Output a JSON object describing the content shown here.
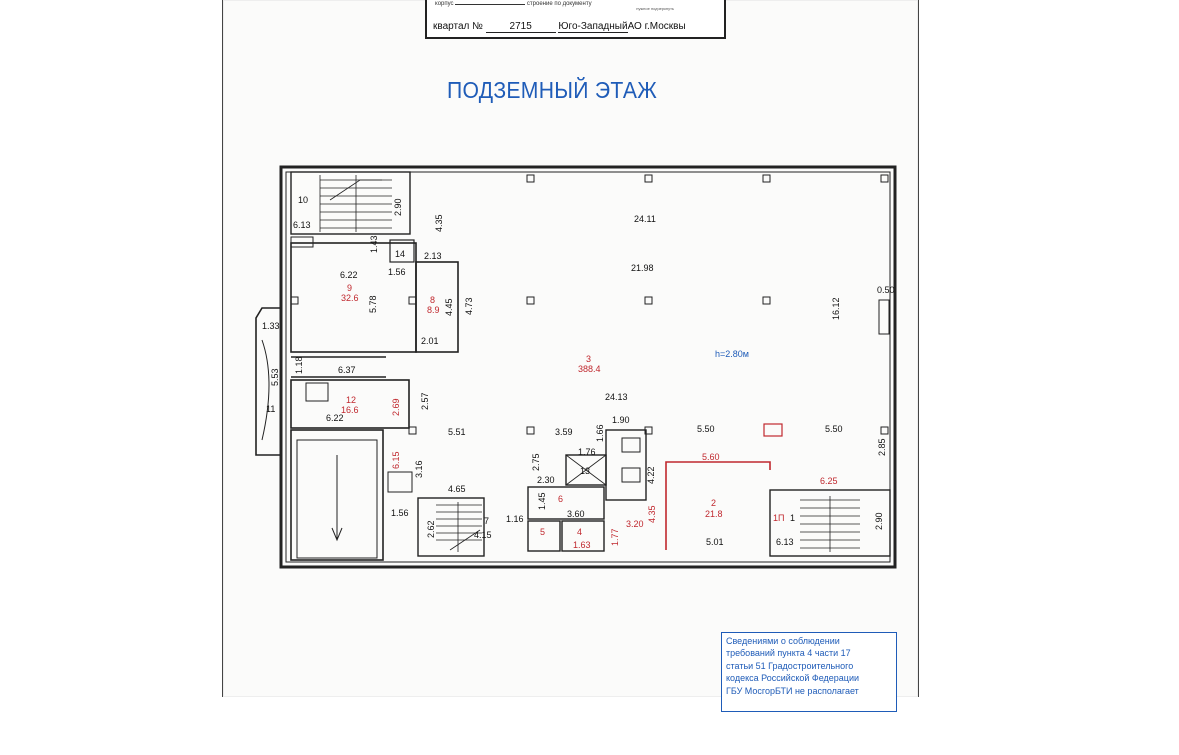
{
  "stamp": {
    "top_text": "корпус",
    "top_text_2": "строение по документу",
    "hint": "нужное подчеркнуть",
    "quarter_label": "квартал №",
    "quarter_number": "2715",
    "district": "Юго-Западный",
    "city": "АО г.Москвы"
  },
  "title": "ПОДЗЕМНЫЙ ЭТАЖ",
  "rooms": {
    "r3_num": "3",
    "r3_area": "388.4",
    "r9_num": "9",
    "r9_area": "32.6",
    "r8_num": "8",
    "r8_area": "8.9",
    "r12_num": "12",
    "r12_area": "16.6",
    "r2_num": "2",
    "r2_area": "21.8",
    "r10": "10",
    "r14": "14",
    "r11": "11",
    "r7": "7",
    "r13": "13",
    "r6": "6",
    "r5": "5",
    "r4": "4",
    "r1p": "1П",
    "r1": "1"
  },
  "height_label": "h=2.80м",
  "dims": {
    "d24_11": "24.11",
    "d21_98": "21.98",
    "d16_12": "16.12",
    "d0_50": "0.50",
    "d2_90a": "2.90",
    "d6_13a": "6.13",
    "d4_35a": "4.35",
    "d1_43": "1.43",
    "d2_13": "2.13",
    "d1_56a": "1.56",
    "d6_22a": "6.22",
    "d5_78": "5.78",
    "d4_45": "4.45",
    "d4_73": "4.73",
    "d2_01": "2.01",
    "d1_33": "1.33",
    "d5_53": "5.53",
    "d1_18": "1.18",
    "d6_37": "6.37",
    "d6_22b": "6.22",
    "d2_69": "2.69",
    "d2_57": "2.57",
    "d5_51": "5.51",
    "d3_59": "3.59",
    "d24_13": "24.13",
    "d1_90": "1.90",
    "d1_66": "1.66",
    "d5_50a": "5.50",
    "d5_50b": "5.50",
    "d1_76": "1.76",
    "d2_75": "2.75",
    "d6_15": "6.15",
    "d3_16": "3.16",
    "d4_65": "4.65",
    "d2_30": "2.30",
    "d4_22": "4.22",
    "d5_60": "5.60",
    "d2_85": "2.85",
    "d6_25": "6.25",
    "d1_45": "1.45",
    "d3_60": "3.60",
    "d1_56b": "1.56",
    "d2_62": "2.62",
    "d4_15": "4.15",
    "d1_16": "1.16",
    "d1_63": "1.63",
    "d1_77": "1.77",
    "d3_20": "3.20",
    "d4_35b": "4.35",
    "d5_01": "5.01",
    "d2_90b": "2.90",
    "d6_13b": "6.13"
  },
  "note": {
    "line1": "Сведениями о соблюдении",
    "line2": "требований пункта 4 части 17",
    "line3": "статьи 51 Градостроительного",
    "line4": "кодекса Российской Федерации",
    "line5": "ГБУ МосгорБТИ не располагает"
  },
  "colors": {
    "title_blue": "#1f5cb8",
    "dim_red": "#c0282e",
    "wall": "#222222"
  }
}
